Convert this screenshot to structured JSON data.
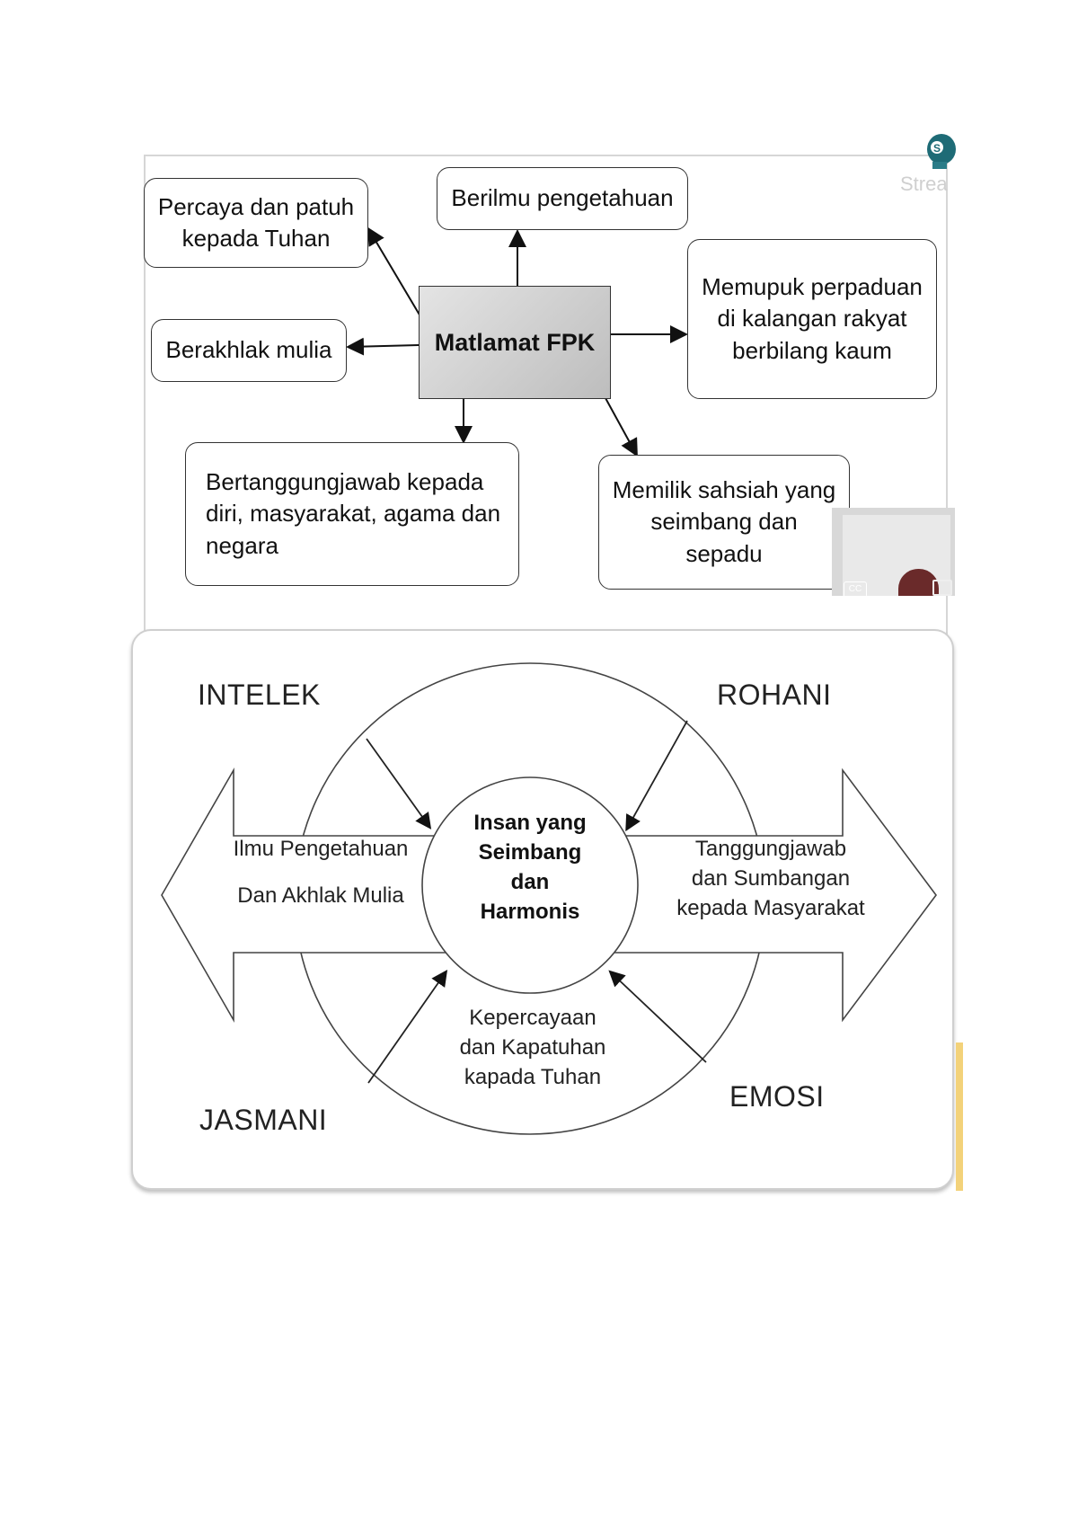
{
  "figure1": {
    "center": "Matlamat FPK",
    "boxes": {
      "percaya": "Percaya dan patuh\nkepada Tuhan",
      "berilmu": "Berilmu pengetahuan",
      "memupuk": "Memupuk perpaduan\ndi kalangan rakyat\nberbilang kaum",
      "berakhlak": "Berakhlak mulia",
      "bertanggung": "Bertanggungjawab kepada\ndiri, masyarakat, agama dan\nnegara",
      "memilik": "Memilik sahsiah yang\nseimbang dan\nsepadu"
    },
    "overlay": {
      "watermark": "Strea",
      "cc": "CC"
    }
  },
  "figure2": {
    "core": "Insan yang\nSeimbang\ndan\nHarmonis",
    "corners": {
      "top_left": "INTELEK",
      "top_right": "ROHANI",
      "bottom_left": "JASMANI",
      "bottom_right": "EMOSI"
    },
    "left_arrow": {
      "line1": "Ilmu Pengetahuan",
      "line2": "Dan Akhlak Mulia"
    },
    "right_arrow": "Tanggungjawab\ndan Sumbangan\nkepada Masyarakat",
    "bottom": "Kepercayaan\ndan Kapatuhan\nkapada Tuhan"
  }
}
